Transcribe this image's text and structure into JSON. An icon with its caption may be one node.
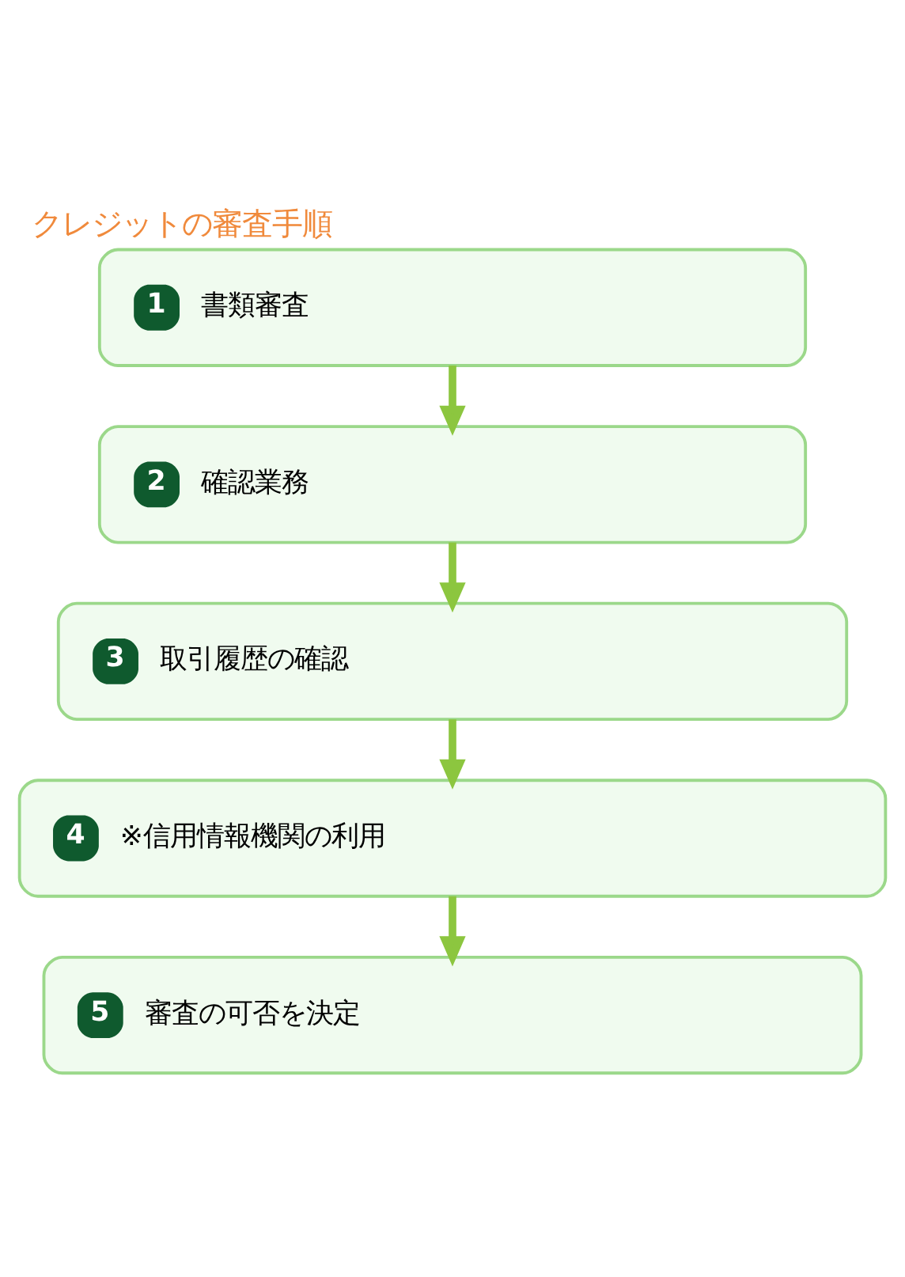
{
  "diagram": {
    "title": "クレジットの審査手順",
    "nodes": [
      {
        "text": [
          "1",
          "書類審査"
        ]
      },
      {
        "text": [
          "2",
          "確認業務"
        ]
      },
      {
        "text": [
          "3",
          "取引履歴の確認"
        ]
      },
      {
        "text": [
          "4",
          "※信用情報機関の利用"
        ]
      },
      {
        "text": [
          "5",
          "審査の可否を決定"
        ]
      }
    ],
    "edges": [
      {
        "from": 0,
        "to": 1,
        "arrow": "to"
      },
      {
        "from": 1,
        "to": 2,
        "arrow": "to"
      },
      {
        "from": 2,
        "to": 3,
        "arrow": "to"
      },
      {
        "from": 3,
        "to": 4,
        "arrow": "to"
      }
    ]
  }
}
